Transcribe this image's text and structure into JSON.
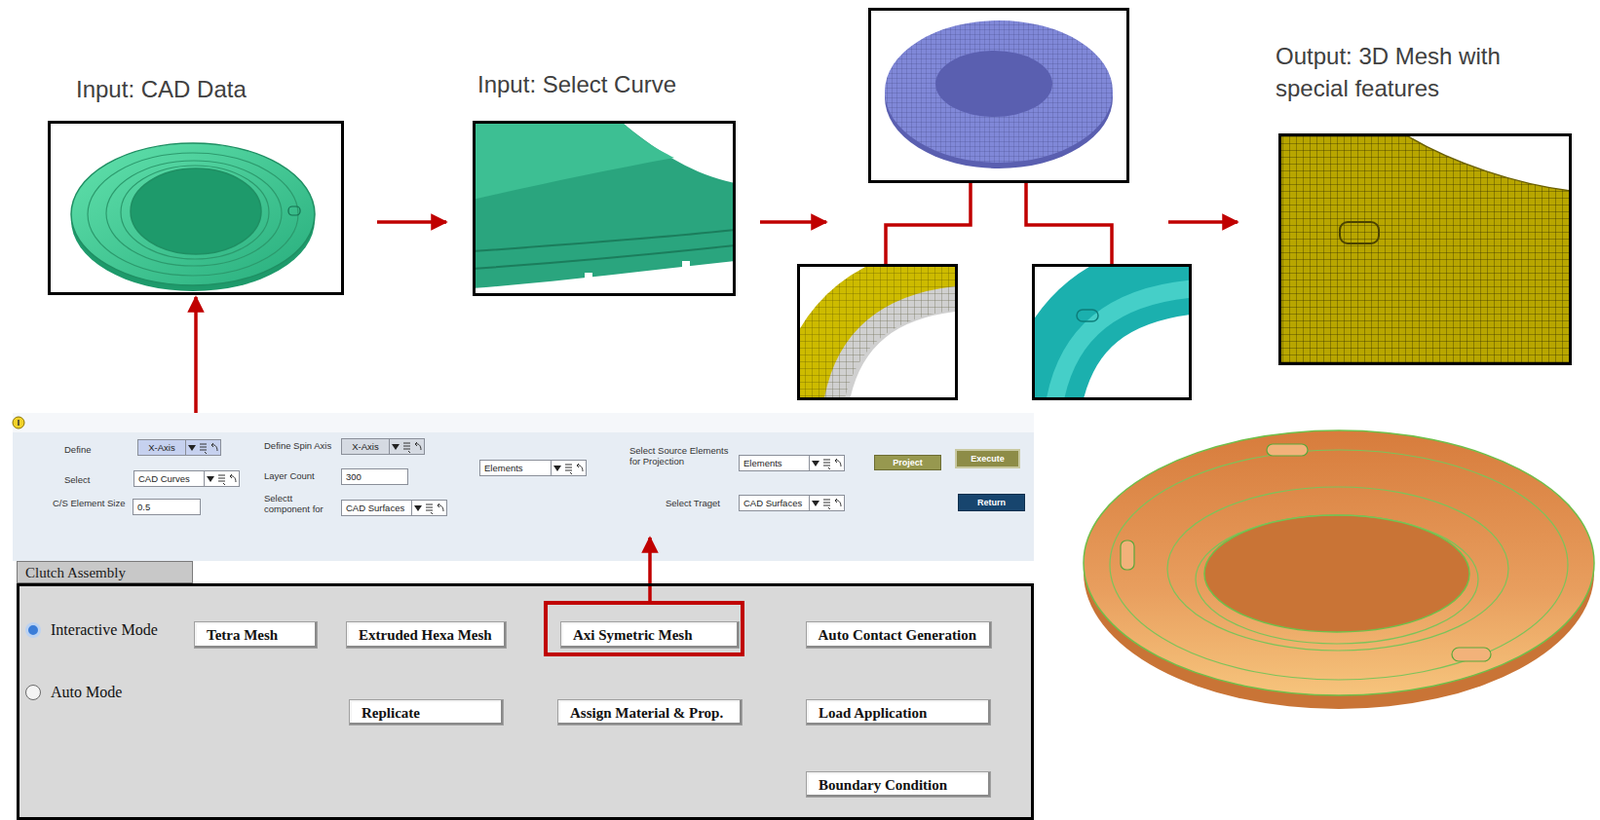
{
  "diagram": {
    "nodes": [
      {
        "text": [
          "Input: CAD Data"
        ]
      },
      {
        "text": [
          "Input: Select Curve"
        ]
      },
      {
        "text": []
      },
      {
        "text": []
      },
      {
        "text": []
      },
      {
        "text": [
          "Output: 3D Mesh with special features"
        ]
      },
      {
        "text": [
          "Define",
          "Select",
          "C/S Element Size",
          "Define Spin Axis",
          "Layer Count",
          "Selectt component for",
          "Select Source Elements for Projection",
          "Select Traget"
        ]
      },
      {
        "text": [
          "X-Axis"
        ],
        "in": 6
      },
      {
        "text": [
          "CAD Curves"
        ],
        "in": 6
      },
      {
        "text": [
          "0.5"
        ],
        "in": 6
      },
      {
        "text": [
          "X-Axis"
        ],
        "in": 6
      },
      {
        "text": [
          "300"
        ],
        "in": 6
      },
      {
        "text": [
          "CAD Surfaces"
        ],
        "in": 6
      },
      {
        "text": [
          "Elements"
        ],
        "in": 6
      },
      {
        "text": [
          "Elements"
        ],
        "in": 6
      },
      {
        "text": [
          "CAD Surfaces"
        ],
        "in": 6
      },
      {
        "text": [
          "Project"
        ],
        "in": 6
      },
      {
        "text": [
          "Execute"
        ],
        "in": 6
      },
      {
        "text": [
          "Return"
        ],
        "in": 6
      },
      {
        "text": [
          "Clutch Assembly"
        ]
      },
      {
        "text": [
          "Interactive Mode",
          "Auto Mode"
        ]
      },
      {
        "text": [
          "Tetra Mesh"
        ],
        "in": 20
      },
      {
        "text": [
          "Extruded Hexa Mesh"
        ],
        "in": 20
      },
      {
        "text": [
          "Axi Symetric Mesh"
        ],
        "in": 20
      },
      {
        "text": [
          "Auto Contact Generation"
        ],
        "in": 20
      },
      {
        "text": [
          "Replicate"
        ],
        "in": 20
      },
      {
        "text": [
          "Assign Material & Prop."
        ],
        "in": 20
      },
      {
        "text": [
          "Load Application"
        ],
        "in": 20
      },
      {
        "text": [
          "Boundary Condition"
        ],
        "in": 20
      }
    ],
    "edges": [
      {
        "from": 0,
        "to": 1,
        "arrow": "to"
      },
      {
        "from": 1,
        "to": 2,
        "arrow": "to"
      },
      {
        "from": 2,
        "to": 3,
        "arrow": "none"
      },
      {
        "from": 2,
        "to": 4,
        "arrow": "none"
      },
      {
        "from": 2,
        "to": 5,
        "arrow": "to"
      },
      {
        "from": 6,
        "to": 0,
        "arrow": "to"
      },
      {
        "from": 23,
        "to": 6,
        "arrow": "to"
      }
    ]
  }
}
